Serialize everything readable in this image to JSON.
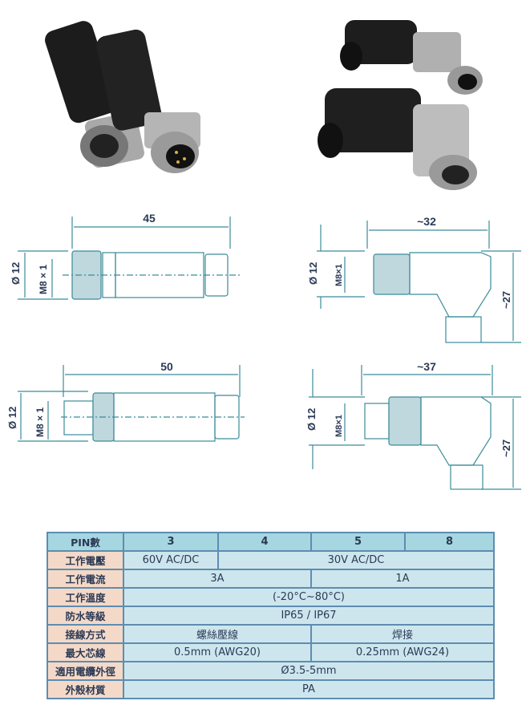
{
  "drawings": {
    "straight_female": {
      "length": "45",
      "diameter": "Ø 12",
      "thread": "M8 × 1"
    },
    "straight_male": {
      "length": "50",
      "diameter": "Ø 12",
      "thread": "M8 × 1"
    },
    "angled_female": {
      "length": "~32",
      "height": "~27",
      "diameter": "Ø 12",
      "thread": "M8×1"
    },
    "angled_male": {
      "length": "~37",
      "height": "~27",
      "diameter": "Ø 12",
      "thread": "M8×1"
    }
  },
  "colors": {
    "line": "#3b8c9a",
    "header": "#a6d6e0",
    "label": "#f4d9c8",
    "cell": "#cde6ee",
    "border": "#5d8db0"
  },
  "table": {
    "header": [
      "PIN數",
      "3",
      "4",
      "5",
      "8"
    ],
    "rows": [
      {
        "label": "工作電壓",
        "cells": [
          {
            "v": "60V AC/DC",
            "span": 1
          },
          {
            "v": "30V AC/DC",
            "span": 3
          }
        ]
      },
      {
        "label": "工作電流",
        "cells": [
          {
            "v": "3A",
            "span": 2
          },
          {
            "v": "1A",
            "span": 2
          }
        ]
      },
      {
        "label": "工作溫度",
        "cells": [
          {
            "v": "(-20°C~80°C)",
            "span": 4
          }
        ]
      },
      {
        "label": "防水等級",
        "cells": [
          {
            "v": "IP65 / IP67",
            "span": 4
          }
        ]
      },
      {
        "label": "接線方式",
        "cells": [
          {
            "v": "螺絲壓線",
            "span": 2
          },
          {
            "v": "焊接",
            "span": 2
          }
        ]
      },
      {
        "label": "最大芯線",
        "cells": [
          {
            "v": "0.5mm (AWG20)",
            "span": 2
          },
          {
            "v": "0.25mm (AWG24)",
            "span": 2
          }
        ]
      },
      {
        "label": "適用電纜外徑",
        "cells": [
          {
            "v": "Ø3.5-5mm",
            "span": 4
          }
        ]
      },
      {
        "label": "外殼材質",
        "cells": [
          {
            "v": "PA",
            "span": 4
          }
        ]
      }
    ]
  }
}
